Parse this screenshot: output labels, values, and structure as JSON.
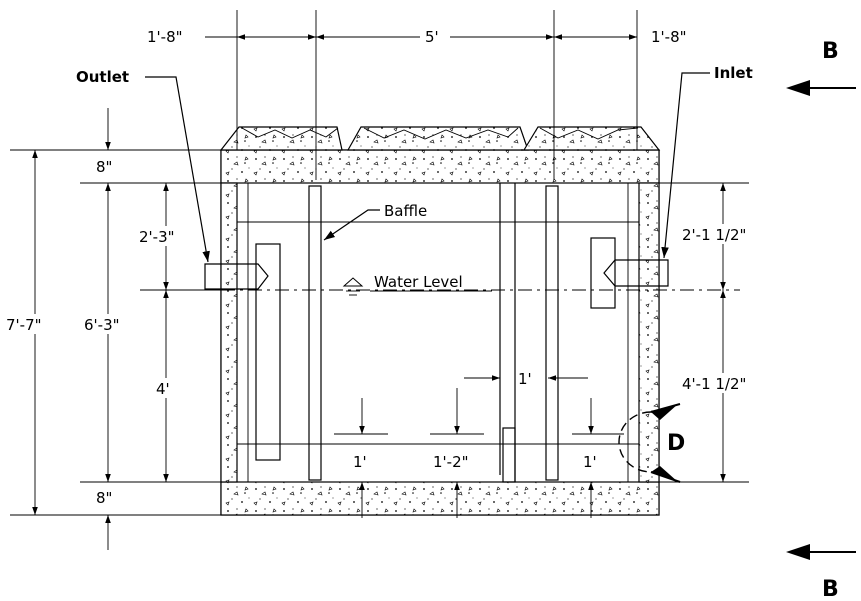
{
  "dimensions": {
    "top_left": "1'-8\"",
    "top_center": "5'",
    "top_right": "1'-8\"",
    "overall_height": "7'-7\"",
    "top_slab": "8\"",
    "bottom_slab": "8\"",
    "inner_height": "6'-3\"",
    "upper_left": "2'-3\"",
    "lower_left": "4'",
    "upper_right": "2'-1 1/2\"",
    "lower_right": "4'-1 1/2\"",
    "baffle_gap": "1'",
    "floor_left": "1'",
    "floor_center": "1'-2\"",
    "floor_right": "1'"
  },
  "labels": {
    "outlet": "Outlet",
    "inlet": "Inlet",
    "baffle": "Baffle",
    "water_level": "Water Level",
    "section_top": "B",
    "section_bottom": "B",
    "detail": "D"
  }
}
